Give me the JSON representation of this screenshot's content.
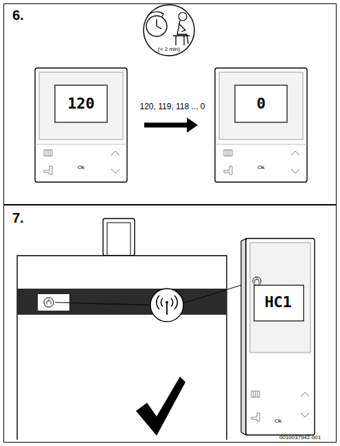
{
  "diagram": {
    "nodes": [
      {
        "text": [
          "6."
        ]
      },
      {
        "text": [
          "120",
          "Ok"
        ],
        "in": 0
      },
      {
        "text": [
          "0",
          "Ok"
        ],
        "in": 0
      },
      {
        "text": [
          "7."
        ]
      },
      {
        "text": [
          "HC1",
          "Ok"
        ],
        "in": 3
      }
    ],
    "edges": [
      {
        "from": 1,
        "to": 2,
        "arrow": "to",
        "label": "120, 119, 118 ... 0"
      }
    ],
    "labels": [
      "(< 2 min)",
      "0010037942-001"
    ]
  }
}
